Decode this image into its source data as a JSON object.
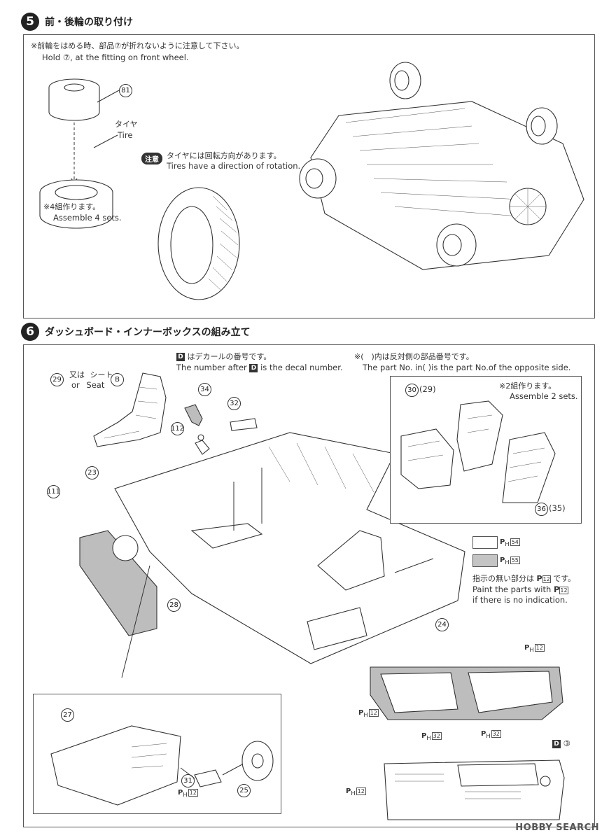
{
  "step5": {
    "number": "5",
    "title": "前・後輪の取り付け",
    "note_jp": "※前輪をはめる時、部品⑦が折れないように注意して下さい。",
    "note_en": "Hold ⑦, at the fitting on front wheel.",
    "part_81": "81",
    "tire_jp": "タイヤ",
    "tire_en": "Tire",
    "assemble_jp": "※4組作ります。",
    "assemble_en": "Assemble 4 sets.",
    "caution_label": "注意",
    "rotation_jp": "タイヤには回転方向があります。",
    "rotation_en": "Tires have a direction of rotation."
  },
  "step6": {
    "number": "6",
    "title": "ダッシュボード・インナーボックスの組み立て",
    "decal_jp": "はデカールの番号です。",
    "decal_badge": "D",
    "decal_en_pre": "The number after",
    "decal_en_post": "is the decal number.",
    "opposite_jp": "※(　)内は反対側の部品番号です。",
    "opposite_en_pre": "The part No. in(",
    "opposite_en_post": ")is the part No.of the opposite side.",
    "seat_or_jp": "又は",
    "seat_jp": "シート",
    "seat_or_en": "or",
    "seat_en": "Seat",
    "seat_b": "B",
    "assemble2_jp": "※2組作ります。",
    "assemble2_en": "Assemble 2 sets.",
    "parts": {
      "p29": "29",
      "p34": "34",
      "p32": "32",
      "p112": "112",
      "p23": "23",
      "p111": "111",
      "p30": "30",
      "p28": "28",
      "p24": "24",
      "p27": "27",
      "p31": "31",
      "p25": "25",
      "p30b": "30",
      "p29b": "(29)",
      "p36": "36",
      "p35": "(35)"
    },
    "ph54": "54",
    "ph55": "55",
    "ph12": "12",
    "ph32": "32",
    "ph_prefix": "P",
    "ph_sub": "H",
    "no_indication_jp": "指示の無い部分は",
    "no_indication_jp2": "です。",
    "paint_en_pre": "Paint the parts with",
    "paint_en_post": "if there is no indication.",
    "decal_ref": "③",
    "swatch_white": "#ffffff",
    "swatch_gray": "#c4c4c4"
  },
  "watermark": "HOBBY SEARCH"
}
